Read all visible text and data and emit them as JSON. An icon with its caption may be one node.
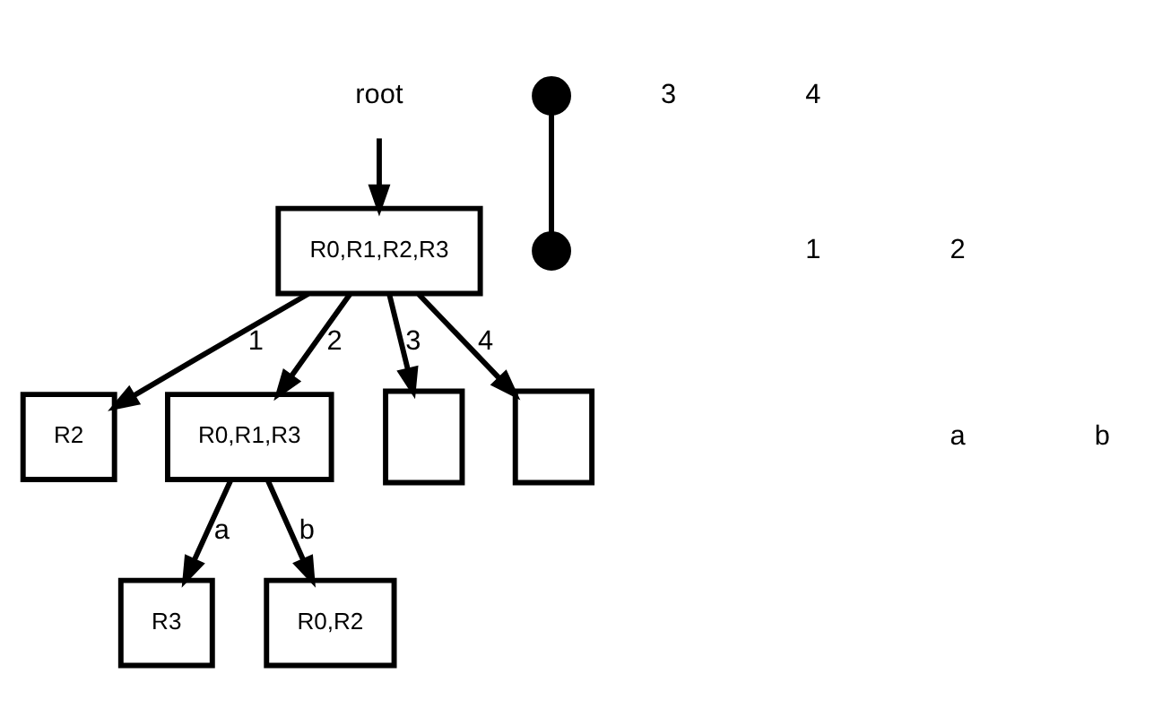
{
  "diagram": {
    "nodes": [
      {
        "text": [
          "root"
        ]
      },
      {
        "text": [],
        "shape": "circle"
      },
      {
        "text": [
          "R0,R1,R2,R3"
        ]
      },
      {
        "text": [
          "R2"
        ]
      },
      {
        "text": [
          "R0,R1,R3"
        ]
      },
      {
        "text": [],
        "shape": "box"
      },
      {
        "text": [],
        "shape": "box"
      },
      {
        "text": [],
        "shape": "circle"
      },
      {
        "text": [
          "R3"
        ]
      },
      {
        "text": [
          "R0,R2"
        ]
      }
    ],
    "edges": [
      {
        "from": 0,
        "to": 2,
        "arrow": "to"
      },
      {
        "from": 1,
        "to": 7,
        "arrow": "none"
      },
      {
        "from": 2,
        "to": 3,
        "arrow": "to",
        "label": "1"
      },
      {
        "from": 2,
        "to": 4,
        "arrow": "to",
        "label": "2"
      },
      {
        "from": 2,
        "to": 5,
        "arrow": "to",
        "label": "3"
      },
      {
        "from": 2,
        "to": 6,
        "arrow": "to",
        "label": "4"
      },
      {
        "from": 4,
        "to": 8,
        "arrow": "to",
        "label": "a"
      },
      {
        "from": 4,
        "to": 9,
        "arrow": "to",
        "label": "b"
      }
    ],
    "labels": [
      "3",
      "4",
      "1",
      "2",
      "a",
      "b"
    ]
  }
}
